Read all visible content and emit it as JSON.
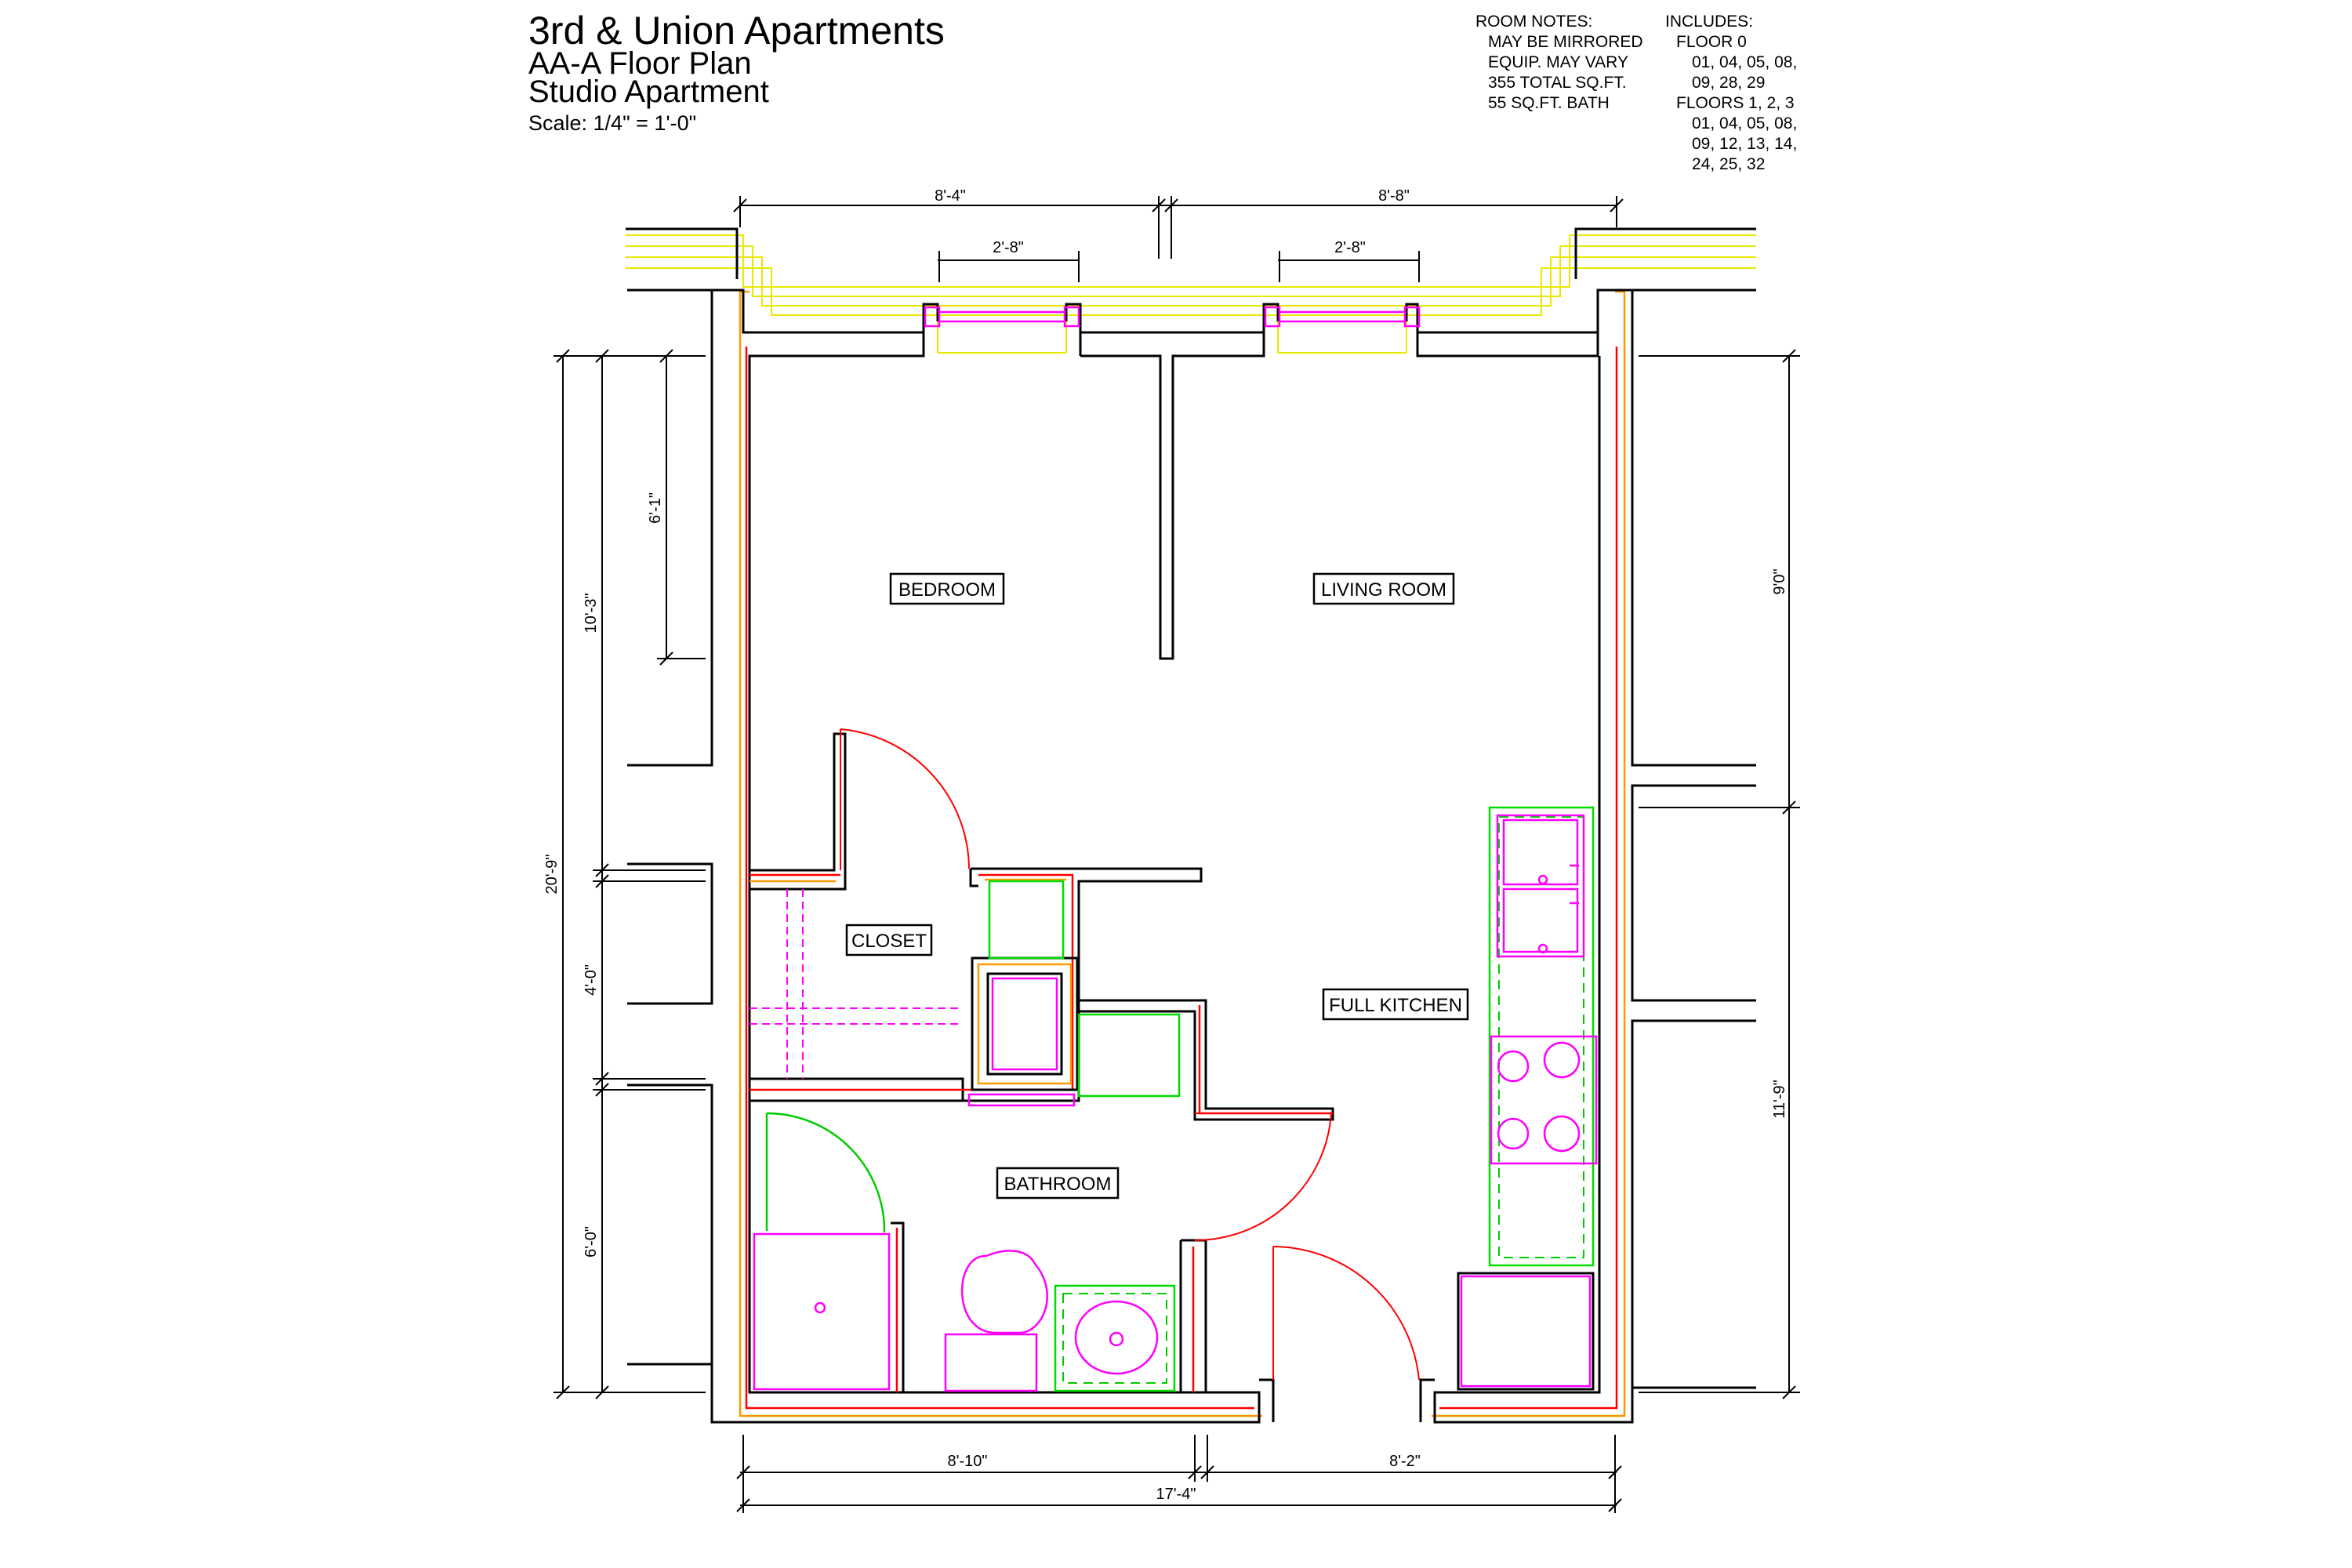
{
  "header": {
    "title": "3rd & Union Apartments",
    "plan_name": "AA-A Floor Plan",
    "unit_type": "Studio Apartment",
    "scale": "Scale: 1/4\" = 1'-0\""
  },
  "room_notes": {
    "heading": "ROOM NOTES:",
    "lines": [
      "MAY BE MIRRORED",
      "EQUIP. MAY VARY",
      "355 TOTAL SQ.FT.",
      "55 SQ.FT. BATH"
    ]
  },
  "includes": {
    "heading": "INCLUDES:",
    "lines": [
      "FLOOR 0",
      "01, 04, 05, 08,",
      "09, 28, 29",
      "FLOORS 1, 2, 3",
      "01, 04, 05, 08,",
      "09, 12, 13, 14,",
      "24, 25, 32"
    ]
  },
  "rooms": {
    "bedroom": "BEDROOM",
    "living_room": "LIVING ROOM",
    "closet": "CLOSET",
    "full_kitchen": "FULL KITCHEN",
    "bathroom": "BATHROOM"
  },
  "dimensions": {
    "top_left": "8'-4\"",
    "top_right": "8'-8\"",
    "window_left": "2'-8\"",
    "window_right": "2'-8\"",
    "bottom_left": "8'-10\"",
    "bottom_right": "8'-2\"",
    "bottom_total": "17'-4\"",
    "left_total": "20'-9\"",
    "left_upper": "10'-3\"",
    "left_window": "6'-1\"",
    "left_middle": "4'-0\"",
    "left_lower": "6'-0\"",
    "right_upper": "9'0\"",
    "right_lower": "11'-9\""
  }
}
